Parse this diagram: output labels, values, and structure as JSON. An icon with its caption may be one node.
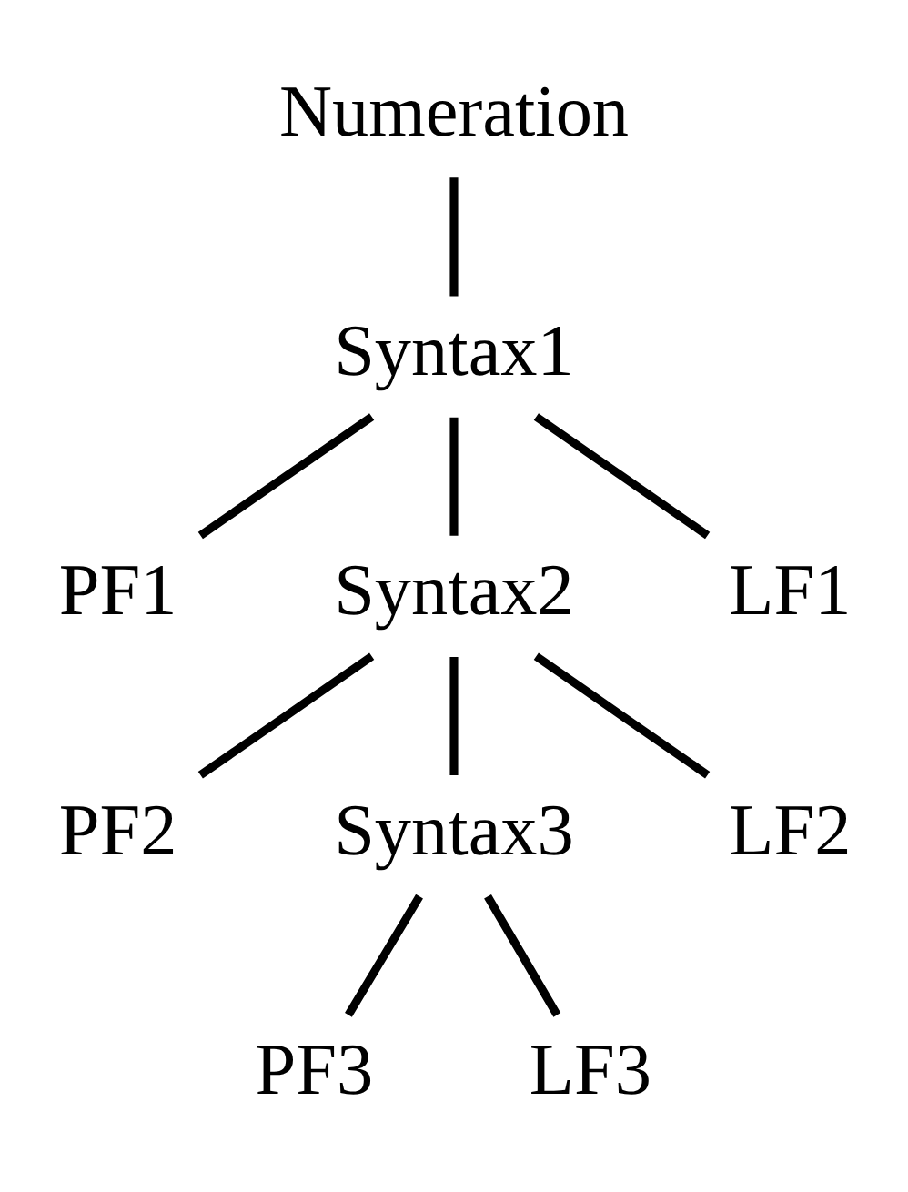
{
  "diagram": {
    "nodes": [
      {
        "text": [
          "Numeration"
        ]
      },
      {
        "text": [
          "Syntax1"
        ]
      },
      {
        "text": [
          "PF1"
        ]
      },
      {
        "text": [
          "Syntax2"
        ]
      },
      {
        "text": [
          "LF1"
        ]
      },
      {
        "text": [
          "PF2"
        ]
      },
      {
        "text": [
          "Syntax3"
        ]
      },
      {
        "text": [
          "LF2"
        ]
      },
      {
        "text": [
          "PF3"
        ]
      },
      {
        "text": [
          "LF3"
        ]
      }
    ],
    "edges": [
      {
        "from": 0,
        "to": 1,
        "arrow": "none"
      },
      {
        "from": 1,
        "to": 2,
        "arrow": "none"
      },
      {
        "from": 1,
        "to": 3,
        "arrow": "none"
      },
      {
        "from": 1,
        "to": 4,
        "arrow": "none"
      },
      {
        "from": 3,
        "to": 5,
        "arrow": "none"
      },
      {
        "from": 3,
        "to": 6,
        "arrow": "none"
      },
      {
        "from": 3,
        "to": 7,
        "arrow": "none"
      },
      {
        "from": 6,
        "to": 8,
        "arrow": "none"
      },
      {
        "from": 6,
        "to": 9,
        "arrow": "none"
      }
    ]
  }
}
